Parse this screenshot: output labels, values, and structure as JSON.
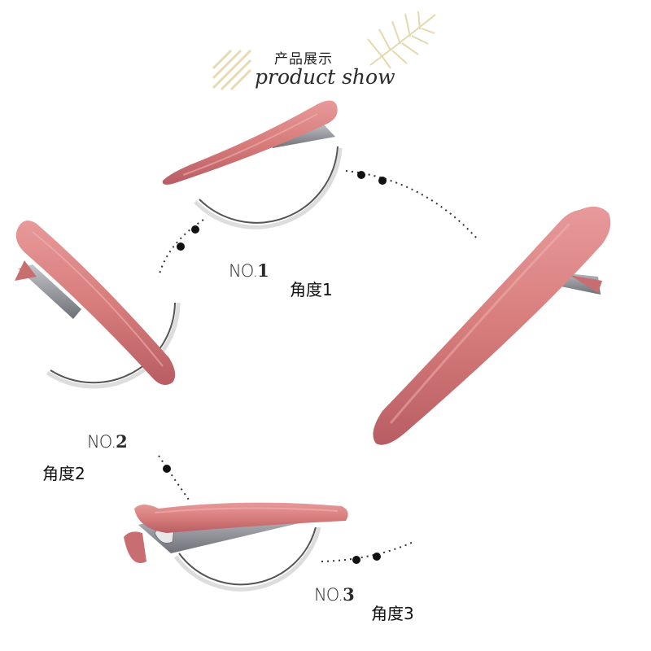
{
  "header": {
    "title_cn": "产品展示",
    "title_en": "product show"
  },
  "views": [
    {
      "number_prefix": "NO.",
      "number": "1",
      "angle_label": "角度1"
    },
    {
      "number_prefix": "NO.",
      "number": "2",
      "angle_label": "角度2"
    },
    {
      "number_prefix": "NO.",
      "number": "3",
      "angle_label": "角度3"
    }
  ],
  "colors": {
    "clip_pink": "#d77d7c",
    "clip_shadow": "#b85d62",
    "metal": "#8d8f96",
    "dots": "#111111",
    "circle": "#5a5a5a",
    "leaf": "#e8dcb4"
  }
}
